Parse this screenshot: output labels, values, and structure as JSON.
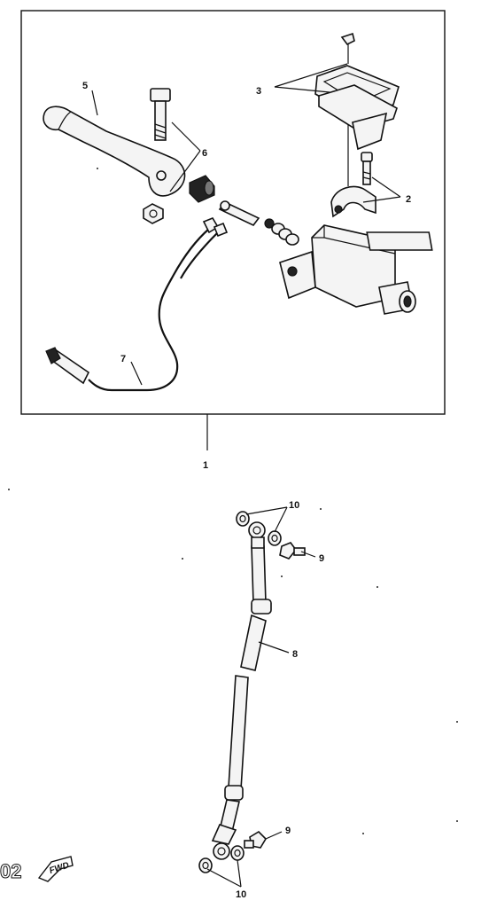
{
  "diagram": {
    "callouts": {
      "c1": "1",
      "c2": "2",
      "c3": "3",
      "c5": "5",
      "c6": "6",
      "c7": "7",
      "c8": "8",
      "c9a": "9",
      "c9b": "9",
      "c10a": "10",
      "c10b": "10"
    },
    "corner_code": "02",
    "fwd_badge": "FWD"
  }
}
